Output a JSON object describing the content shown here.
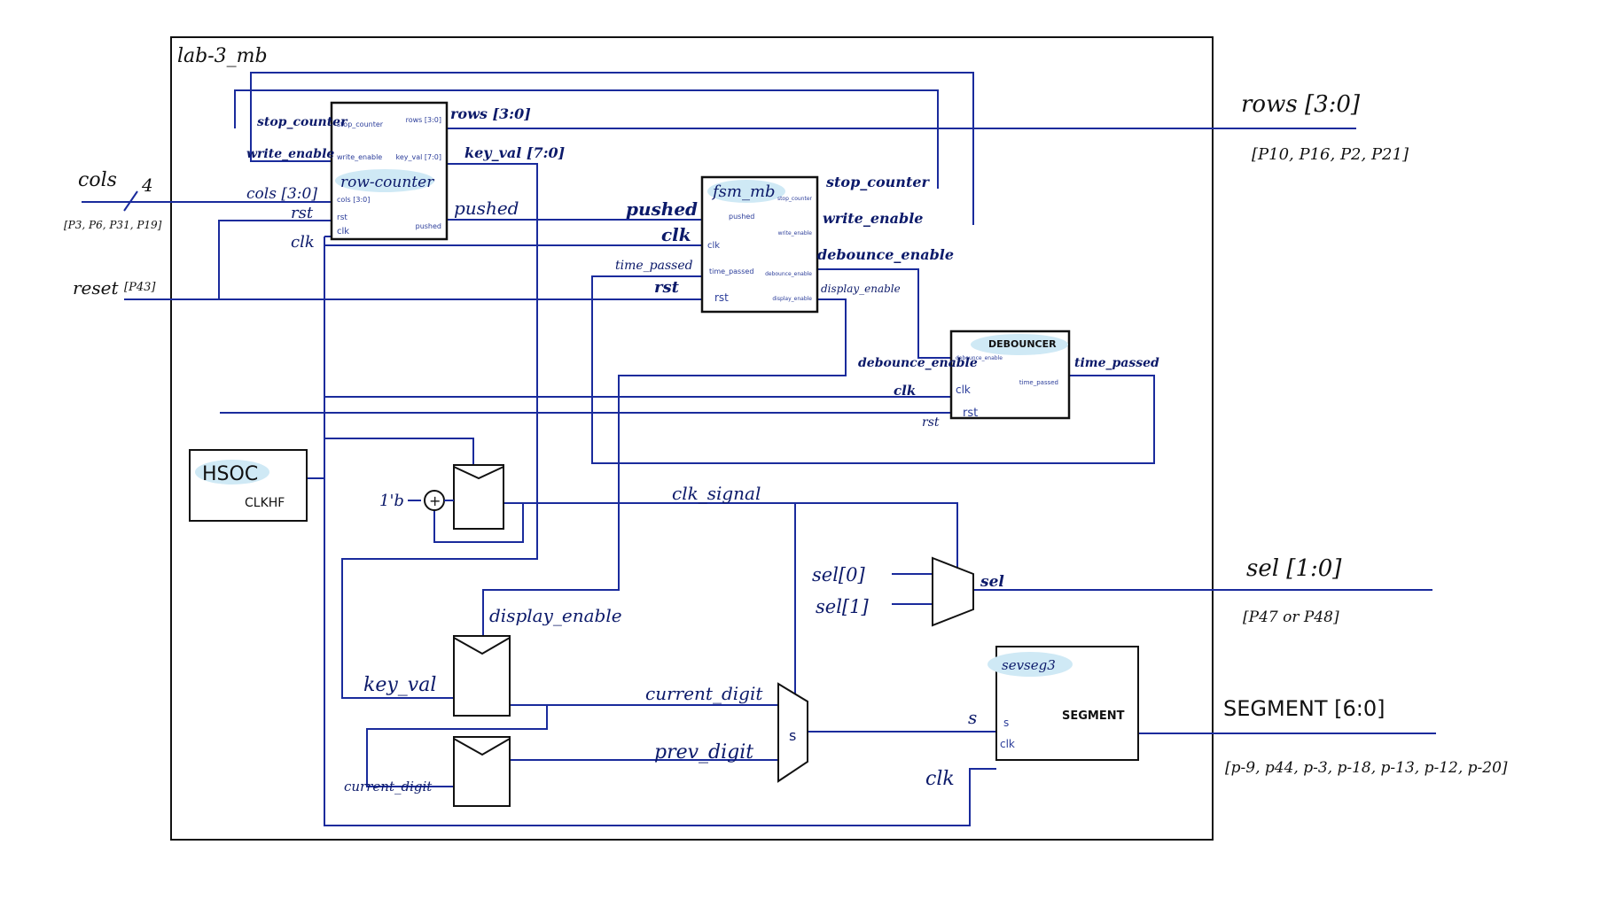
{
  "top_module": {
    "name": "lab-3_mb"
  },
  "blocks": {
    "row_counter": {
      "name": "row-counter",
      "ports_left": [
        "stop_counter",
        "write_enable",
        "cols [3:0]",
        "rst",
        "clk"
      ],
      "ports_right": [
        "rows [3:0]",
        "key_val [7:0]",
        "pushed"
      ],
      "ext_left": [
        "stop_counter",
        "write_enable",
        "cols [3:0]",
        "rst",
        "clk"
      ],
      "ext_right": [
        "rows [3:0]",
        "key_val [7:0]",
        "pushed"
      ]
    },
    "fsm": {
      "name": "fsm_mb",
      "ports_left": [
        "pushed",
        "clk",
        "time_passed",
        "rst"
      ],
      "ports_right": [
        "stop_counter",
        "write_enable",
        "debounce_enable",
        "display_enable"
      ],
      "ext_left": [
        "pushed",
        "clk",
        "time_passed",
        "rst"
      ],
      "ext_right": [
        "stop_counter",
        "write_enable",
        "debounce_enable",
        "display_enable"
      ]
    },
    "debouncer": {
      "name": "DEBOUNCER",
      "ports_left": [
        "debounce_enable",
        "clk",
        "rst"
      ],
      "ports_right": [
        "time_passed"
      ],
      "ext_left": [
        "debounce_enable",
        "clk",
        "rst"
      ],
      "ext_right": [
        "time_passed"
      ]
    },
    "hsoc": {
      "name": "HSOC",
      "sub": "CLKHF"
    },
    "sevseg": {
      "name": "sevseg3",
      "ports_left": [
        "s",
        "clk"
      ],
      "ports_right": [
        "SEGMENT"
      ]
    }
  },
  "counter": {
    "const": "1'b",
    "plus": "+"
  },
  "labels": {
    "clk_signal": "clk_signal",
    "display_enable": "display_enable",
    "key_val": "key_val",
    "current_digit": "current_digit",
    "current_digit_fb": "current_digit",
    "prev_digit": "prev_digit",
    "mux_sel": "s",
    "s_in": "s",
    "clk_in": "clk",
    "sel0": "sel[0]",
    "sel1": "sel[1]",
    "sel_out": "sel"
  },
  "io": {
    "cols": {
      "name": "cols",
      "width": "4",
      "pins": "[P3, P6, P31, P19]"
    },
    "reset": {
      "name": "reset",
      "pins": "[P43]"
    },
    "rows": {
      "name": "rows [3:0]",
      "pins": "[P10, P16, P2, P21]"
    },
    "sel": {
      "name": "sel [1:0]",
      "pins": "[P47 or P48]"
    },
    "segment": {
      "name": "SEGMENT [6:0]",
      "pins": "[p-9, p44, p-3, p-18, p-13, p-12, p-20]"
    }
  },
  "colors": {
    "wire": "#1a2b9c",
    "box": "#111111",
    "highlight": "#cfe9f5",
    "ink": "#0c1a6a"
  }
}
